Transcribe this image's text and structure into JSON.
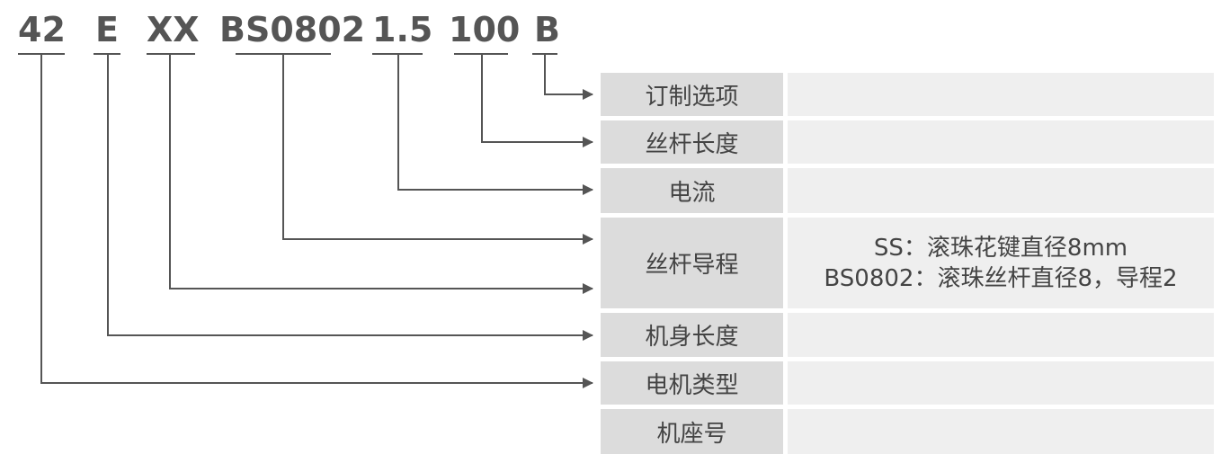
{
  "model_code": {
    "segments": [
      "42",
      "E",
      "XX",
      "BS0802",
      "1.5",
      "100",
      "B"
    ]
  },
  "table": {
    "rows": [
      {
        "label": "订制选项",
        "desc": []
      },
      {
        "label": "丝杆长度",
        "desc": []
      },
      {
        "label": "电流",
        "desc": []
      },
      {
        "label": "丝杆导程",
        "desc": [
          "SS：滚珠花键直径8mm",
          "BS0802：滚珠丝杆直径8，导程2"
        ]
      },
      {
        "label": "机身长度",
        "desc": []
      },
      {
        "label": "电机类型",
        "desc": []
      },
      {
        "label": "机座号",
        "desc": []
      }
    ]
  },
  "colors": {
    "text": "#555555",
    "label_bg": "#dcdcdc",
    "desc_bg": "#efefef",
    "connector": "#555555"
  }
}
